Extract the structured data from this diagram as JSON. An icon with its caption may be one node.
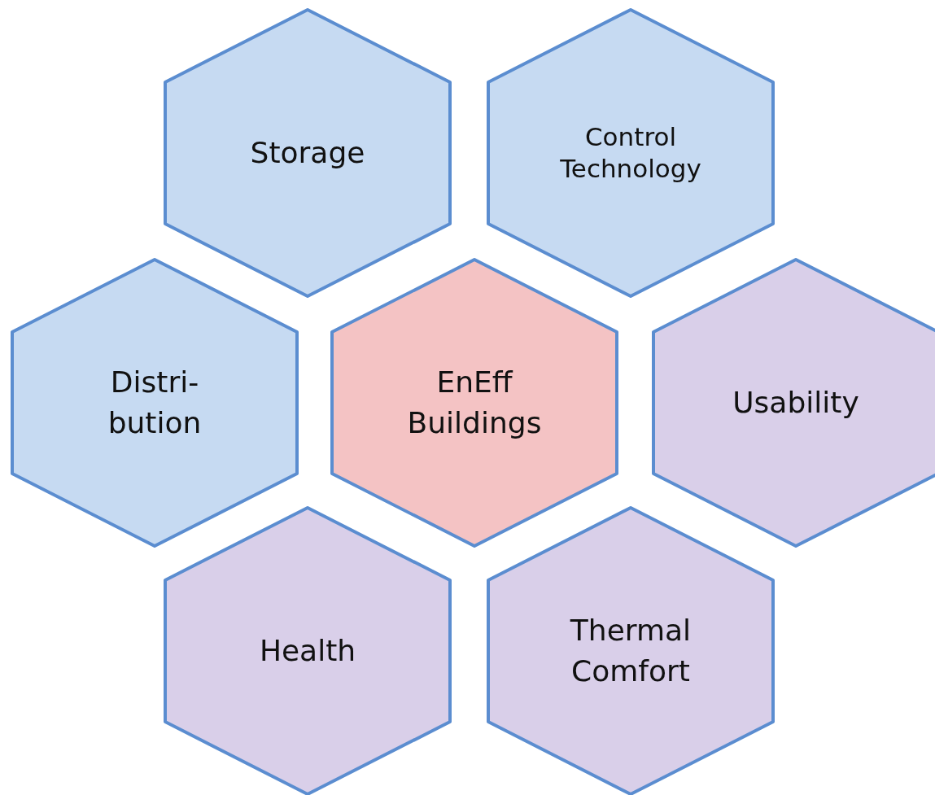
{
  "diagram": {
    "nodes": [
      {
        "text": [
          "Storage"
        ]
      },
      {
        "text": [
          "Control Technology"
        ]
      },
      {
        "text": [
          "Distri- bution"
        ]
      },
      {
        "text": [
          "EnEff Buildings"
        ]
      },
      {
        "text": [
          "Usability"
        ]
      },
      {
        "text": [
          "Health"
        ]
      },
      {
        "text": [
          "Thermal Comfort"
        ]
      }
    ]
  }
}
